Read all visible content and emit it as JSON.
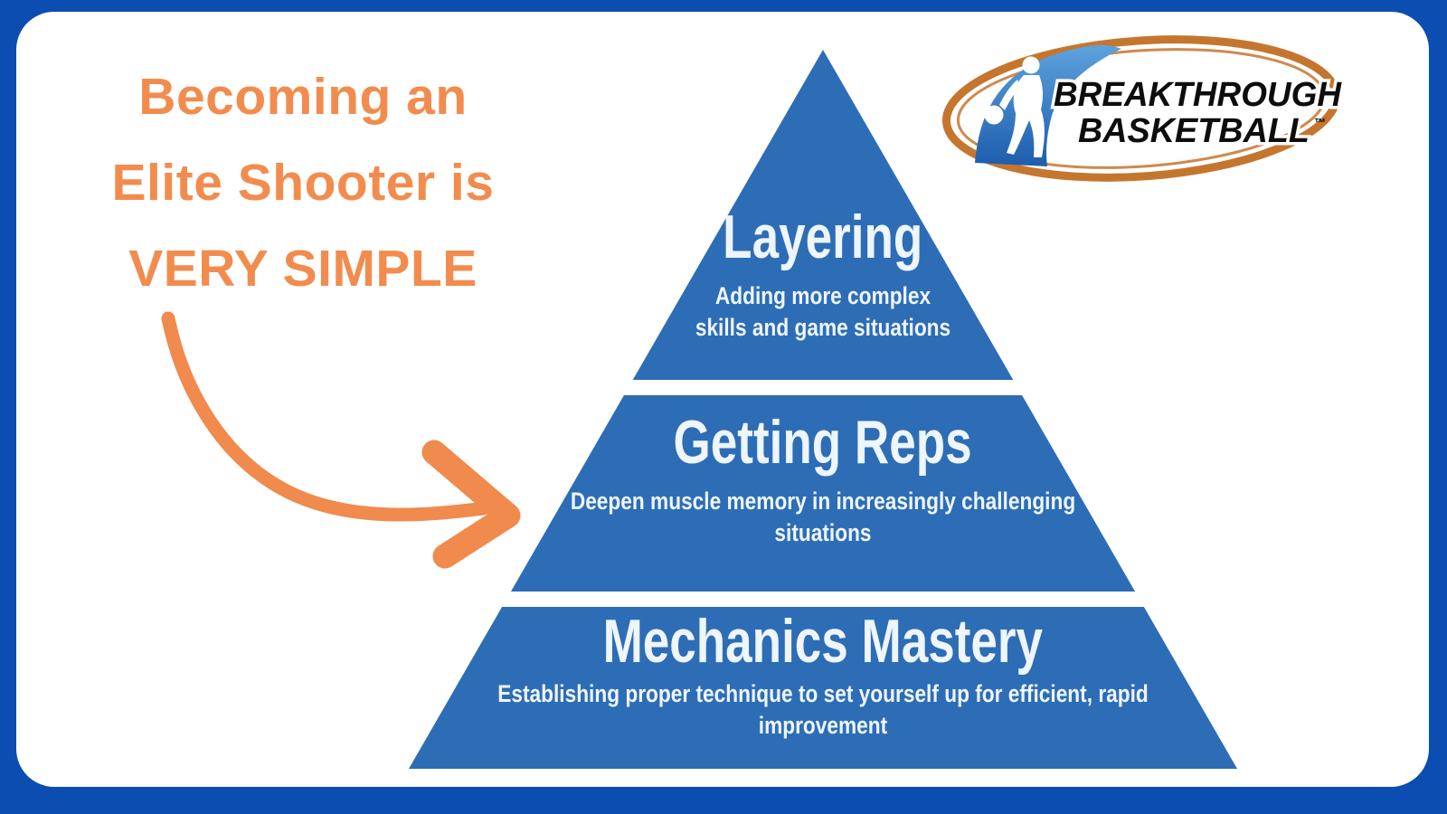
{
  "canvas": {
    "frame_color": "#0b4db0",
    "card_color": "#ffffff"
  },
  "headline": {
    "color": "#f28c4e",
    "lines": [
      "Becoming an",
      "Elite Shooter is",
      "VERY SIMPLE"
    ]
  },
  "arrow": {
    "color": "#f08a4d"
  },
  "logo": {
    "brand_line1": "BREAKTHROUGH",
    "brand_line2": "BASKETBALL",
    "trademark": "™",
    "ring_color": "#cofficial",
    "ring_hex": "#c5762e",
    "swoosh_color": "#3172bb",
    "text_color": "#0d0d0d"
  },
  "pyramid": {
    "fill_color": "#2d6db5",
    "text_color": "#eef5fc",
    "tiers": [
      {
        "title": "Layering",
        "subtitle_lines": [
          "Adding more complex",
          "skills and game situations"
        ]
      },
      {
        "title": "Getting Reps",
        "subtitle_lines": [
          "Deepen muscle memory in increasingly challenging",
          "situations"
        ]
      },
      {
        "title": "Mechanics Mastery",
        "subtitle_lines": [
          "Establishing proper technique to set yourself up for efficient, rapid",
          "improvement"
        ]
      }
    ]
  }
}
